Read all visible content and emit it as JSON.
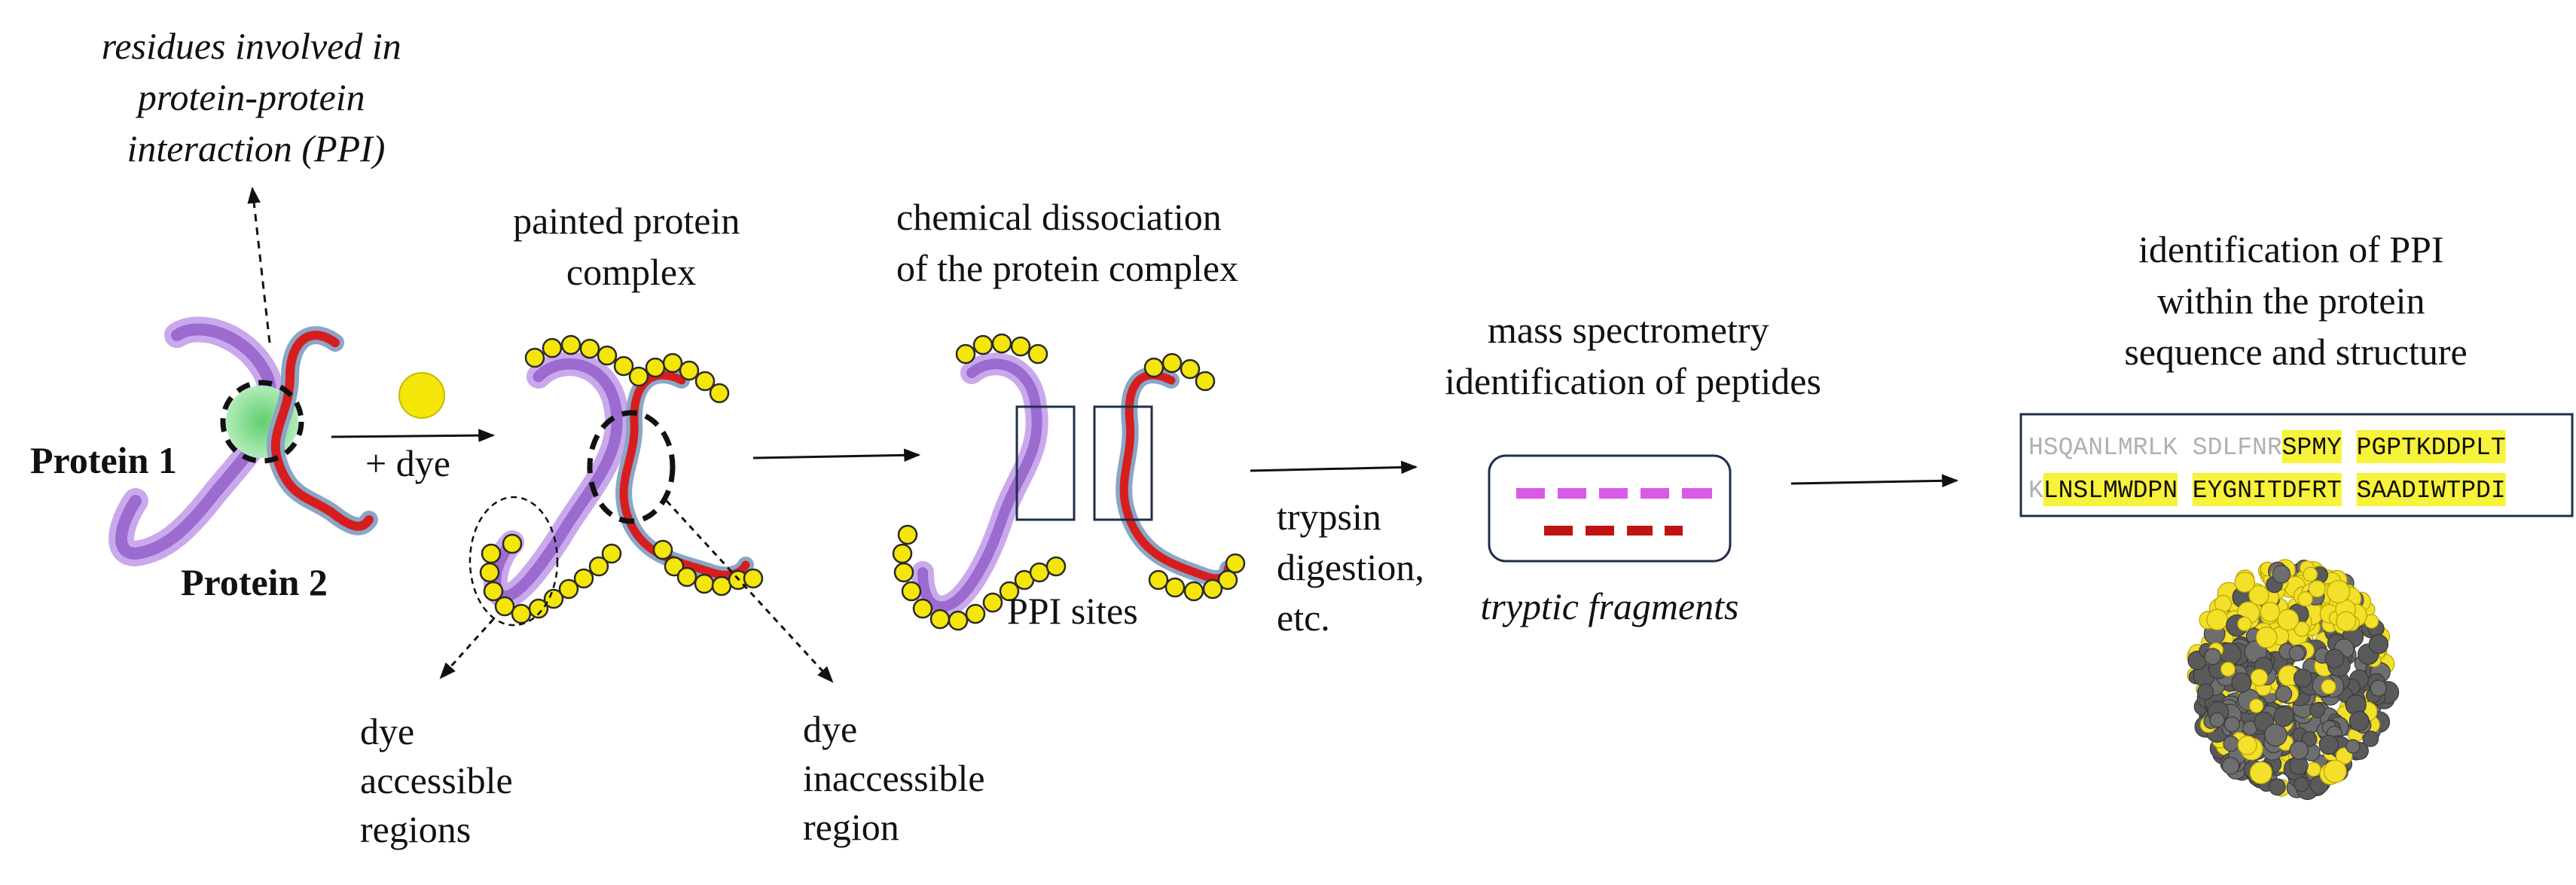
{
  "title_ppi": [
    "residues involved in",
    "protein-protein",
    "interaction (PPI)"
  ],
  "protein1_label": "Protein 1",
  "protein2_label": "Protein 2",
  "dye_step_label": "+ dye",
  "painted_complex_label": [
    "painted protein",
    "complex"
  ],
  "dye_accessible_label": [
    "dye",
    "accessible",
    "regions"
  ],
  "dye_inaccessible_label": [
    "dye",
    "inaccessible",
    "region"
  ],
  "dissociation_label": [
    "chemical dissociation",
    "of the protein complex"
  ],
  "ppi_sites_label": "PPI sites",
  "digestion_label": [
    "trypsin",
    "digestion,",
    "etc."
  ],
  "ms_label": [
    "mass spectrometry",
    "identification of peptides"
  ],
  "fragments_label": "tryptic fragments",
  "identification_label": [
    "identification of PPI",
    "within the protein",
    "sequence and structure"
  ],
  "sequence_rows": [
    [
      {
        "text": "HSQANLMRLK",
        "highlight": false
      },
      {
        "text": " ",
        "highlight": false
      },
      {
        "text": "SDLFNR",
        "highlight": false
      },
      {
        "text": "SPMY",
        "highlight": true
      },
      {
        "text": " ",
        "highlight": false
      },
      {
        "text": "PGPTKDDPLT",
        "highlight": true
      }
    ],
    [
      {
        "text": "K",
        "highlight": false
      },
      {
        "text": "LNSLMWDPN",
        "highlight": true
      },
      {
        "text": " ",
        "highlight": false
      },
      {
        "text": "EYGNITDFRT",
        "highlight": true
      },
      {
        "text": " ",
        "highlight": false
      },
      {
        "text": "SAADIWTPDI",
        "highlight": true
      }
    ]
  ],
  "colors": {
    "protein1": "#9b6bd0",
    "protein1_label": "#7a3db8",
    "protein2": "#d61e1e",
    "protein2_label": "#e01b1b",
    "dye": "#f5e60a",
    "ppi_contact": "#7fd98a",
    "fragment1": "#d95ae8",
    "fragment2": "#c01414",
    "highlight": "#f7f23a",
    "box_border": "#1f2f4a"
  },
  "icons": [
    "dye-dot-icon",
    "protein-structure-icon"
  ]
}
